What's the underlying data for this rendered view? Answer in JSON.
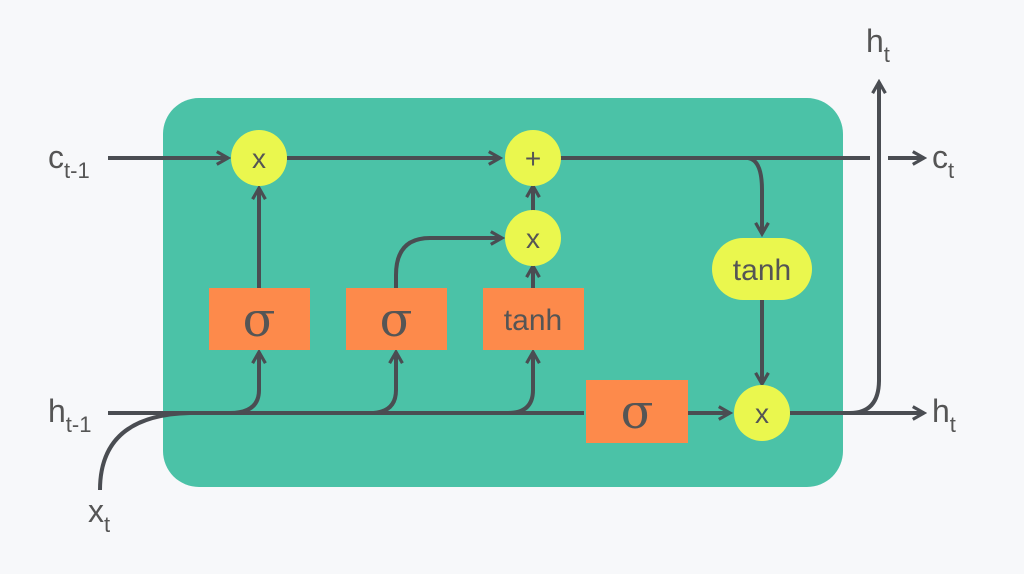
{
  "title": "LSTM cell",
  "colors": {
    "cell": "#4bc2a7",
    "gate": "#fd8a4b",
    "pointwise": "#eaf74e",
    "line": "#4a4d52",
    "text": "#555555"
  },
  "inputs": {
    "c_prev": {
      "base": "c",
      "sub": "t-1"
    },
    "h_prev": {
      "base": "h",
      "sub": "t-1"
    },
    "x": {
      "base": "x",
      "sub": "t"
    }
  },
  "outputs": {
    "c": {
      "base": "c",
      "sub": "t"
    },
    "h_right": {
      "base": "h",
      "sub": "t"
    },
    "h_top": {
      "base": "h",
      "sub": "t"
    }
  },
  "gates": {
    "forget": "σ",
    "input": "σ",
    "candidate": "tanh",
    "output": "σ"
  },
  "ops": {
    "forget_mul": "x",
    "add": "+",
    "input_mul": "x",
    "out_tanh": "tanh",
    "out_mul": "x"
  }
}
